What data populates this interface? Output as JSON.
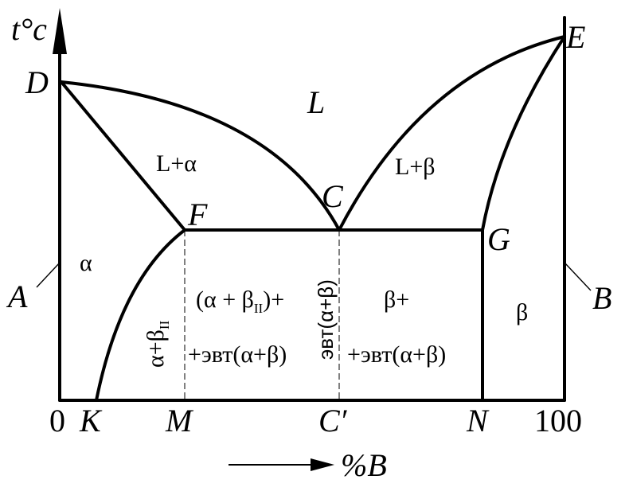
{
  "axes": {
    "y_label": "t°c",
    "x_label": "%B",
    "x_start": "0",
    "x_end": "100"
  },
  "points": {
    "D": "D",
    "E": "E",
    "F": "F",
    "G": "G",
    "C": "C",
    "A": "A",
    "B": "B",
    "K": "K",
    "M": "M",
    "C_prime": "C′",
    "N": "N"
  },
  "regions": {
    "liquid": "L",
    "l_alpha": "L+α",
    "l_beta": "L+β",
    "alpha": "α",
    "beta": "β",
    "alpha_beta_ii": "α+β",
    "alpha_beta_ii_sub": "II",
    "hypo_line1_a": "(α + β",
    "hypo_line1_sub": "II",
    "hypo_line1_b": ")+",
    "hypo_line2": "+эвт(α+β)",
    "eutectic": "эвт(α+β)",
    "hyper_line1": "β+",
    "hyper_line2": "+эвт(α+β)"
  }
}
